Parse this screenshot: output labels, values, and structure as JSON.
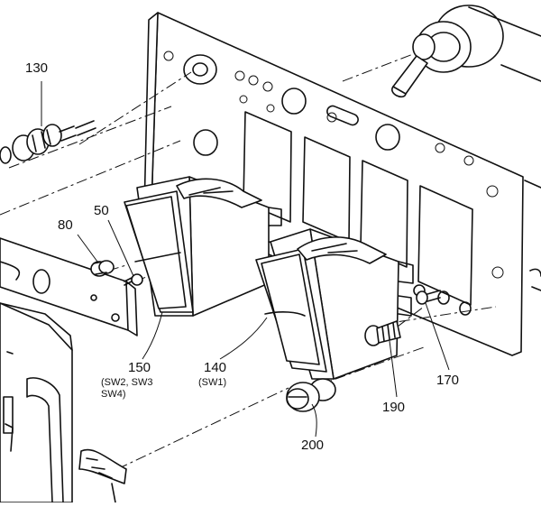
{
  "callouts": {
    "c130": "130",
    "c80": "80",
    "c50": "50",
    "c150": "150",
    "c150_sub": "(SW2, SW3\nSW4)",
    "c140": "140",
    "c140_sub": "(SW1)",
    "c200": "200",
    "c190": "190",
    "c170": "170"
  }
}
